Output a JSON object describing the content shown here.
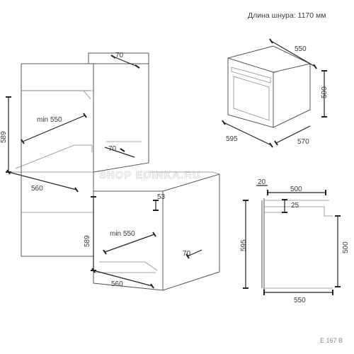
{
  "header": {
    "cord_length": "Длина шнура: 1170 мм"
  },
  "cabinet_top": {
    "depth_top": "70",
    "height": "589",
    "min_depth": "min 550",
    "width": "560",
    "vent_depth": "70"
  },
  "cabinet_bottom": {
    "gap": "53",
    "height": "589",
    "min_depth": "min 550",
    "vent_depth": "70",
    "width": "560"
  },
  "oven_iso": {
    "depth": "550",
    "height": "500",
    "width": "595",
    "depth_front": "570"
  },
  "side_view": {
    "door_offset": "20",
    "depth": "500",
    "panel": "25",
    "height": "595",
    "body_height": "500",
    "bottom_depth": "550"
  },
  "watermark": "SHOP EDINKA.RU",
  "model_code": "E 167 B"
}
